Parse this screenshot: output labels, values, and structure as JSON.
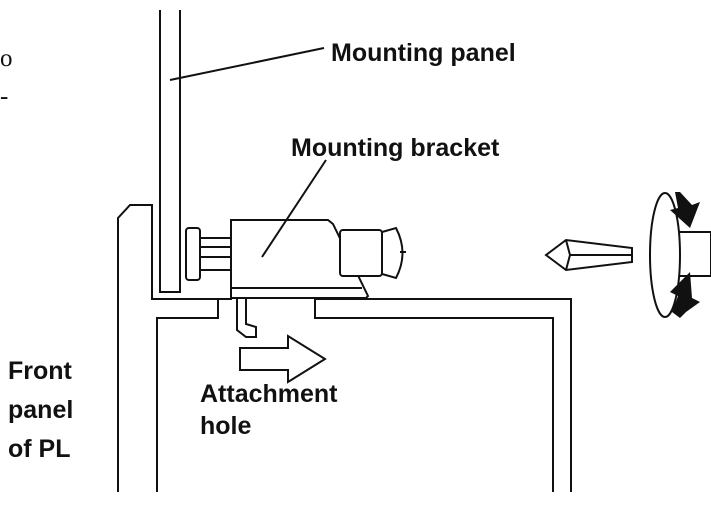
{
  "labels": {
    "mounting_panel": "Mounting panel",
    "mounting_bracket": "Mounting bracket",
    "front_panel_line1": "Front",
    "front_panel_line2": "panel",
    "front_panel_line3": "of PL",
    "attachment_hole_line1": "Attachment",
    "attachment_hole_line2": "hole"
  },
  "cropped_text": {
    "top": "o",
    "bottom": "-"
  },
  "icons": {
    "screwdriver": "screwdriver-icon",
    "rotation": "rotation-arrow-icon",
    "direction": "insert-direction-arrow-icon"
  }
}
